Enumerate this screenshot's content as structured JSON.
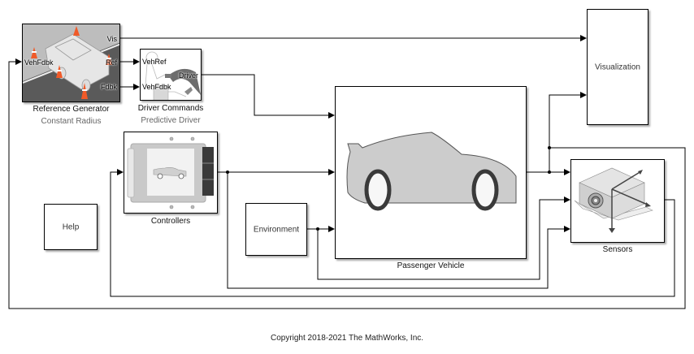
{
  "diagram": {
    "blocks": {
      "reference_generator": {
        "label": "Reference Generator",
        "sublabel": "Constant Radius",
        "ports_in": [
          "VehFdbk"
        ],
        "ports_out": [
          "Vis",
          "Ref",
          "Fdbk"
        ]
      },
      "driver_commands": {
        "label": "Driver Commands",
        "sublabel": "Predictive Driver",
        "ports_in": [
          "VehRef",
          "VehFdbk"
        ],
        "ports_out": [
          "Driver"
        ]
      },
      "controllers": {
        "label": "Controllers"
      },
      "help": {
        "text": "Help"
      },
      "environment": {
        "text": "Environment"
      },
      "passenger_vehicle": {
        "label": "Passenger Vehicle"
      },
      "visualization": {
        "text": "Visualization"
      },
      "sensors": {
        "label": "Sensors"
      }
    },
    "colors": {
      "line": "#000000",
      "cone_orange": "#f05a28",
      "road_dark": "#5a5a5a",
      "car_body": "#cccccc"
    }
  },
  "footer": {
    "copyright": "Copyright 2018-2021 The MathWorks, Inc."
  }
}
